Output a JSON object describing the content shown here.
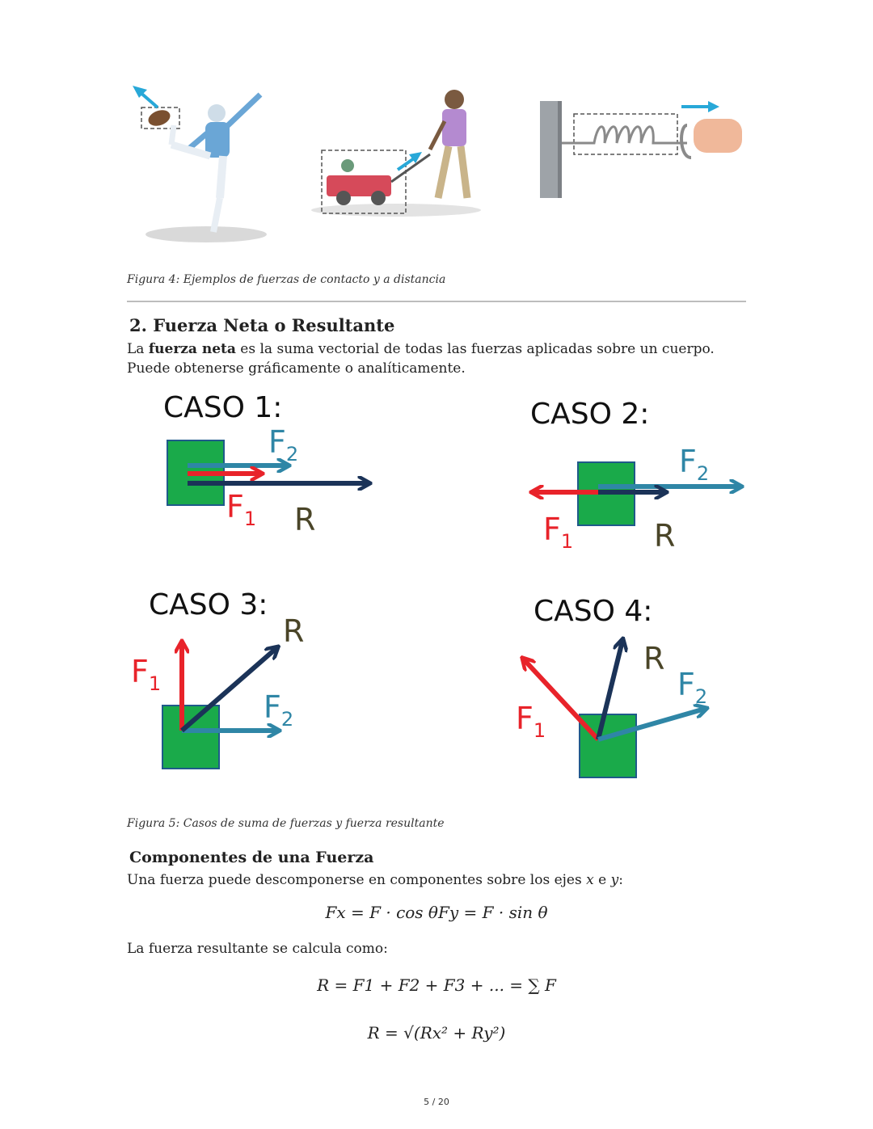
{
  "figure4": {
    "caption": "Figura 4: Ejemplos de fuerzas de contacto y a distancia"
  },
  "section2": {
    "title": "2. Fuerza Neta o Resultante",
    "intro_pre": "La ",
    "intro_bold": "fuerza neta",
    "intro_post": " es la suma vectorial de todas las fuerzas aplicadas sobre un cuerpo. Puede obtenerse gráficamente o analíticamente."
  },
  "figure5": {
    "caption": "Figura 5: Casos de suma de fuerzas y fuerza resultante",
    "cases": [
      {
        "title": "CASO 1:"
      },
      {
        "title": "CASO 2:"
      },
      {
        "title": "CASO 3:"
      },
      {
        "title": "CASO 4:"
      }
    ],
    "labels": {
      "f1": "F",
      "f1_sub": "1",
      "f2": "F",
      "f2_sub": "2",
      "r": "R"
    },
    "colors": {
      "f1": "#e8232a",
      "f2": "#2f86a6",
      "r": "#1b3358",
      "box": "#1aaa4a",
      "box_border": "#1f5a8a",
      "r_label": "#4a4528"
    }
  },
  "components": {
    "title": "Componentes de una Fuerza",
    "intro": "Una fuerza puede descomponerse en componentes sobre los ejes",
    "axis_x": "x",
    "conj": "e",
    "axis_y": "y",
    "formula_components": "Fx = F · cos θFy = F · sin θ",
    "resultant_intro": "La fuerza resultante se calcula como:",
    "formula_sum": "R = F1 + F2 + F3 + ... = ∑ F",
    "formula_magnitude": "R = √(Rx² + Ry²)"
  },
  "page": {
    "number": "5 / 20"
  }
}
